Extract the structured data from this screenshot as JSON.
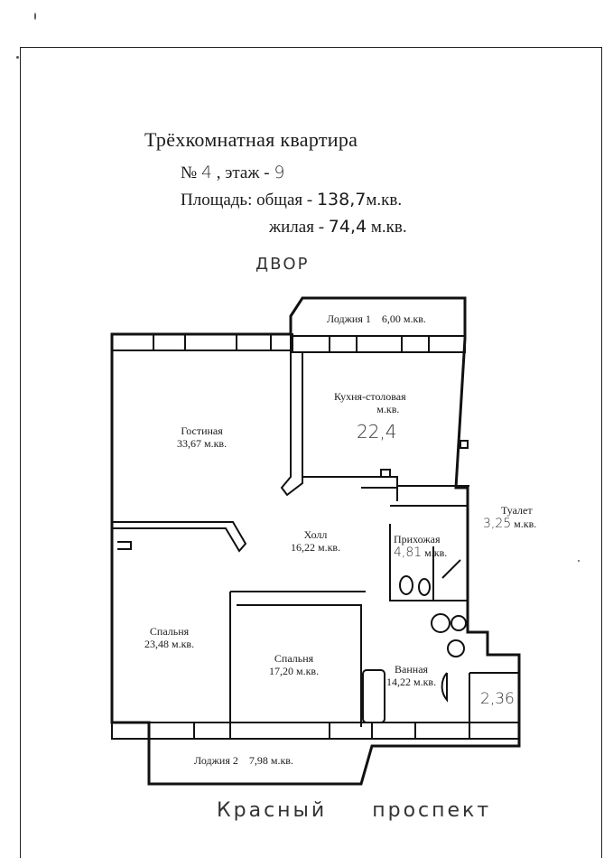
{
  "header": {
    "title": "Трёхкомнатная квартира",
    "number_label": "№",
    "number_value": "4",
    "floor_label": ", этаж -",
    "floor_value": "9",
    "area_label": "Площадь:",
    "total_label": "общая -",
    "total_value": "138,7",
    "total_unit": "м.кв.",
    "living_label": "жилая -",
    "living_value": "74,4",
    "living_unit": "м.кв."
  },
  "plan": {
    "yard_label": "ДВОР",
    "street_words": [
      "Красный",
      "проспект"
    ],
    "rooms": {
      "loggia1": "Лоджия 1",
      "loggia1_area": "6,00 м.кв.",
      "kitchen": "Кухня-столовая",
      "kitchen_unit": "м.кв.",
      "kitchen_area": "22,4",
      "living_room": "Гостиная",
      "living_room_area": "33,67 м.кв.",
      "hall": "Холл",
      "hall_area": "16,22 м.кв.",
      "entry": "Прихожая",
      "entry_area_hand": "4,81",
      "entry_unit": "м.кв.",
      "toilet": "Туалет",
      "toilet_area_hand": "3,25",
      "toilet_unit": "м.кв.",
      "bedroom1": "Спальня",
      "bedroom1_area": "23,48 м.кв.",
      "bedroom2": "Спальня",
      "bedroom2_area": "17,20 м.кв.",
      "bathroom": "Ванная",
      "bathroom_area": "14,22 м.кв.",
      "storage_area_hand": "2,36",
      "loggia2": "Лоджия 2",
      "loggia2_area": "7,98 м.кв."
    }
  }
}
